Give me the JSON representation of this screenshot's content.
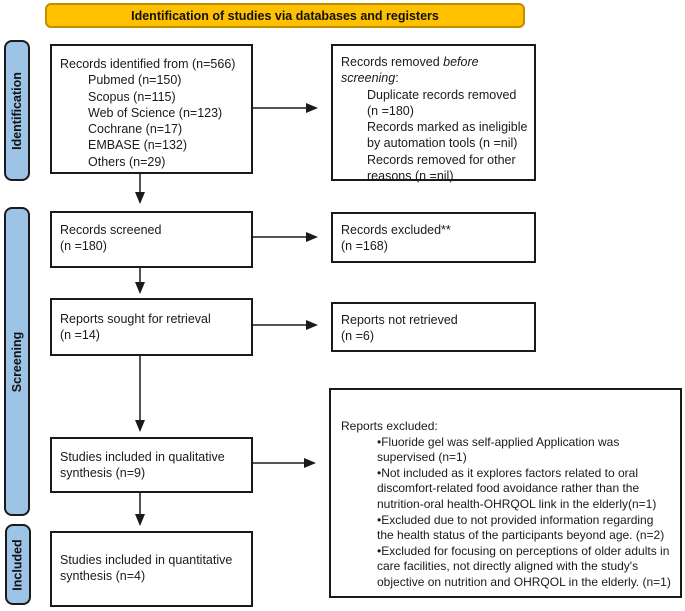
{
  "colors": {
    "header_fill": "#FFC000",
    "header_border": "#BF8F00",
    "stage_fill": "#9DC3E6"
  },
  "header": {
    "title": "Identification of studies via databases and registers"
  },
  "stages": {
    "identification": "Identification",
    "screening": "Screening",
    "included": "Included"
  },
  "boxes": {
    "records_identified": {
      "title": "Records identified from (n=566)",
      "items": [
        "Pubmed (n=150)",
        "Scopus (n=115)",
        "Web of Science (n=123)",
        "Cochrane (n=17)",
        "EMBASE (n=132)",
        "Others (n=29)"
      ]
    },
    "records_removed": {
      "lead": "Records removed ",
      "lead_italic": "before screening",
      "lead_suffix": ":",
      "items": [
        "Duplicate records removed (n =180)",
        "Records marked as ineligible by automation tools (n =nil)",
        "Records removed for other reasons (n =nil)"
      ]
    },
    "records_screened": {
      "text": "Records screened\n(n =180)"
    },
    "records_excluded": {
      "text": "Records excluded**\n(n =168)"
    },
    "reports_sought": {
      "text": "Reports sought for retrieval\n(n =14)"
    },
    "reports_not_retrieved": {
      "text": "Reports not retrieved\n(n =6)"
    },
    "qualitative": {
      "text": "Studies included in qualitative\nsynthesis (n=9)"
    },
    "reports_excluded": {
      "title": "Reports excluded:",
      "items": [
        "•Fluoride gel was self-applied Application was supervised (n=1)",
        "•Not included as it explores factors related to oral discomfort-related food avoidance rather than the nutrition-oral health-OHRQOL link in the elderly(n=1)",
        "•Excluded due to not provided information regarding the health status of the participants beyond age. (n=2)",
        "•Excluded for focusing on perceptions of older adults in care facilities, not directly aligned with the study's objective on nutrition and OHRQOL in the elderly. (n=1)"
      ]
    },
    "quantitative": {
      "text": "Studies included in quantitative\nsynthesis (n=4)"
    }
  }
}
